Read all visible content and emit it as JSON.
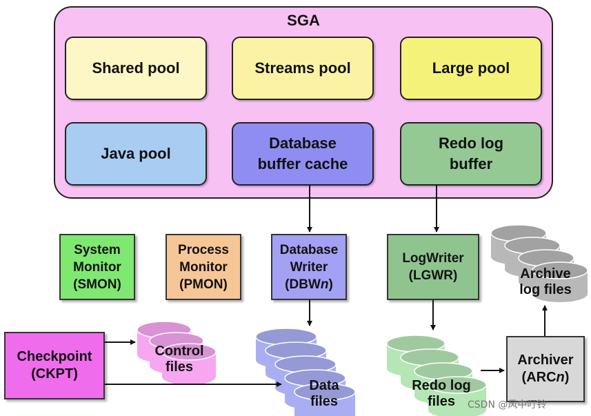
{
  "sga": {
    "title": "SGA"
  },
  "pools": {
    "shared": "Shared pool",
    "streams": "Streams pool",
    "large": "Large pool",
    "java": "Java pool",
    "db_buffer": "Database buffer cache",
    "redo_buffer": "Redo log buffer"
  },
  "processes": {
    "smon": "System Monitor (SMON)",
    "pmon": "Process Monitor (PMON)",
    "dbwn_line1": "Database",
    "dbwn_line2": "Writer",
    "dbwn_line3_prefix": "(DBW",
    "dbwn_line3_italic": "n",
    "dbwn_line3_suffix": ")",
    "lgwr": "LogWriter (LGWR)",
    "ckpt": "Checkpoint (CKPT)",
    "arcn_line1": "Archiver",
    "arcn_line2_prefix": "(ARC",
    "arcn_line2_italic": "n",
    "arcn_line2_suffix": ")"
  },
  "files": {
    "control": "Control\nfiles",
    "data": "Data\nfiles",
    "redo": "Redo log\nfiles",
    "archive": "Archive\nlog files"
  },
  "watermark": "CSDN @风中叮铃",
  "colors": {
    "sga": "#f7c1f4",
    "shared": "#fdf7c6",
    "streams": "#fbf3a3",
    "large": "#f5f27a",
    "java": "#a8ccf2",
    "db_buffer": "#8f8df2",
    "redo_buffer": "#94c994",
    "smon": "#7fe870",
    "pmon": "#f7c697",
    "dbwn": "#a3a1f3",
    "lgwr": "#8fc48f",
    "ckpt": "#ef6cec",
    "arcn": "#d8d8d8",
    "control_files": "#f7a6f0",
    "data_files": "#a9aef3",
    "redo_files": "#b5e6b5",
    "archive_files": "#b8b8b8"
  }
}
